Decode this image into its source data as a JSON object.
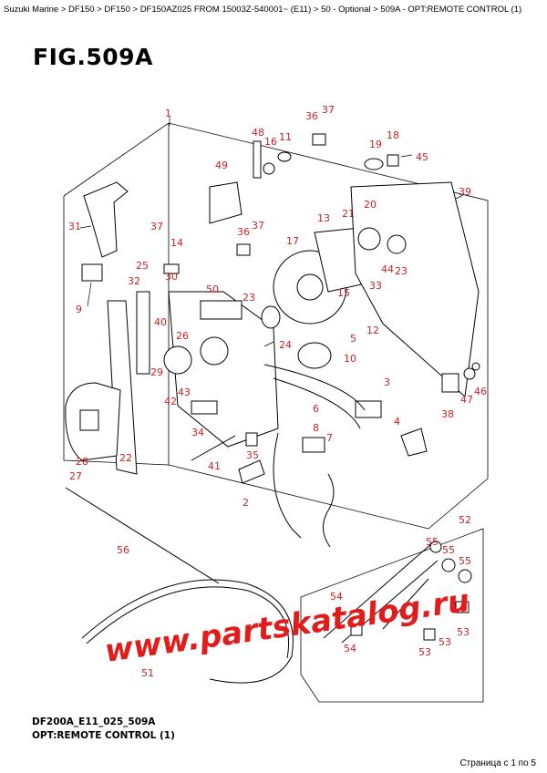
{
  "breadcrumb": "Suzuki Marine > DF150 > DF150 > DF150AZ025 FROM 15003Z-540001~ (E11) > 50 - Optional > 509A - OPT:REMOTE CONTROL (1)",
  "figure_title": "FIG.509A",
  "diagram_code": "DF200A_E11_025_509A",
  "caption": "OPT:REMOTE CONTROL (1)",
  "pager": "Страница с 1 по 5",
  "watermark": "www.partskatalog.ru",
  "callouts": [
    "1",
    "36",
    "37",
    "48",
    "16",
    "11",
    "18",
    "19",
    "45",
    "49",
    "31",
    "39",
    "20",
    "21",
    "13",
    "37",
    "36",
    "37",
    "14",
    "17",
    "22",
    "44",
    "23",
    "25",
    "30",
    "32",
    "33",
    "9",
    "15",
    "50",
    "23",
    "5",
    "12",
    "40",
    "26",
    "24",
    "10",
    "29",
    "3",
    "46",
    "47",
    "38",
    "42",
    "43",
    "34",
    "6",
    "8",
    "4",
    "7",
    "41",
    "35",
    "2",
    "28",
    "27",
    "52",
    "56",
    "55",
    "55",
    "55",
    "54",
    "54",
    "53",
    "53",
    "53",
    "51"
  ],
  "colors": {
    "callout": "#cc2222",
    "line": "#000000",
    "watermark": "#e21b1b"
  }
}
